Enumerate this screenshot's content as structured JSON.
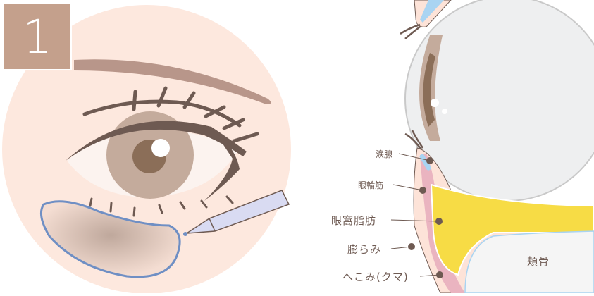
{
  "step_badge": {
    "number": "1",
    "color": "#c4a08c"
  },
  "left_panel": {
    "description": "Front view of eye with under-eye shadow area outlined by a pen",
    "colors": {
      "skin": "#fde8de",
      "brow": "#b8968a",
      "liner": "#6e5a52",
      "iris": "#c4ab9c",
      "pupil": "#8b6e58",
      "outline": "#6f8fc4",
      "pen": "#d9dbf2"
    }
  },
  "right_panel": {
    "description": "Cross-section of eye and lower eyelid anatomy",
    "labels": [
      {
        "id": "lacrimal-gland",
        "text": "涙腺"
      },
      {
        "id": "orbicularis-muscle",
        "text": "眼輪筋"
      },
      {
        "id": "orbital-fat",
        "text": "眼窩脂肪"
      },
      {
        "id": "bulge",
        "text": "膨らみ"
      },
      {
        "id": "hollow",
        "text": "へこみ(クマ)"
      },
      {
        "id": "cheekbone",
        "text": "頬骨"
      }
    ],
    "colors": {
      "fat": "#f7dc45",
      "muscle": "#eab4c0",
      "tissue": "#fde3d8",
      "eyeball": "#eeeff0",
      "leader": "#6e5a52"
    }
  }
}
